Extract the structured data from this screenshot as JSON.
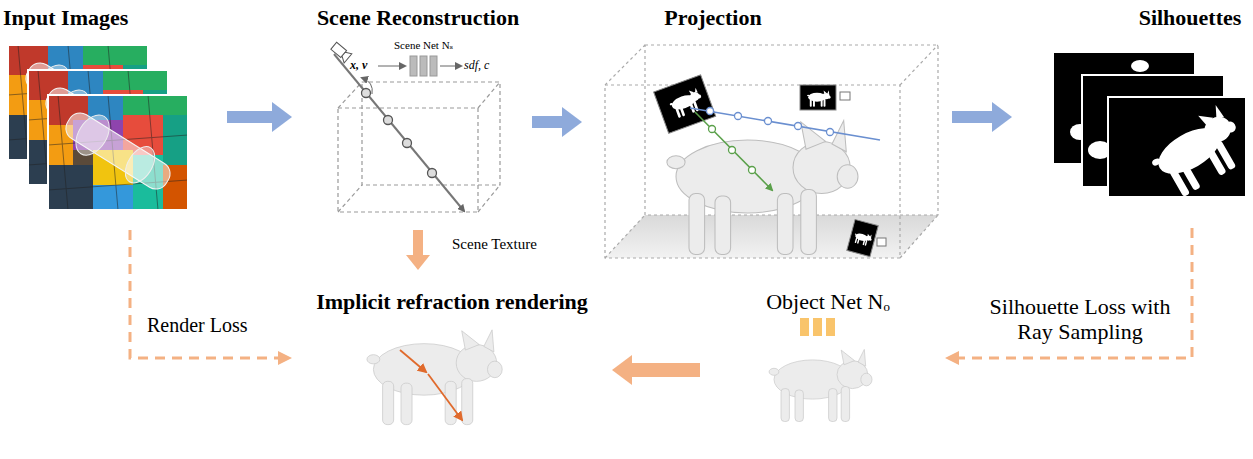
{
  "diagram": {
    "nodes": [
      {
        "text": [
          "Input Images"
        ]
      },
      {
        "text": [
          "Scene Reconstruction"
        ]
      },
      {
        "text": [
          "Projection"
        ]
      },
      {
        "text": [
          "Silhouettes"
        ]
      },
      {
        "text": [
          "Implicit refraction rendering"
        ]
      },
      {
        "text": [
          "Object Net Nₒ"
        ]
      }
    ],
    "edges": [
      {
        "from": 0,
        "to": 1,
        "arrow": "to"
      },
      {
        "from": 1,
        "to": 2,
        "arrow": "to"
      },
      {
        "from": 2,
        "to": 3,
        "arrow": "to"
      },
      {
        "from": 1,
        "to": 4,
        "label": "Scene Texture",
        "arrow": "to"
      },
      {
        "from": 0,
        "to": 4,
        "label": "Render Loss",
        "arrow": "to"
      },
      {
        "from": 5,
        "to": 4,
        "arrow": "to"
      },
      {
        "from": 3,
        "to": 5,
        "label": "Silhouette Loss with Ray Sampling",
        "arrow": "to"
      }
    ],
    "labels": [
      "Scene Net Nₛ",
      "x, v",
      "sdf, c"
    ]
  }
}
